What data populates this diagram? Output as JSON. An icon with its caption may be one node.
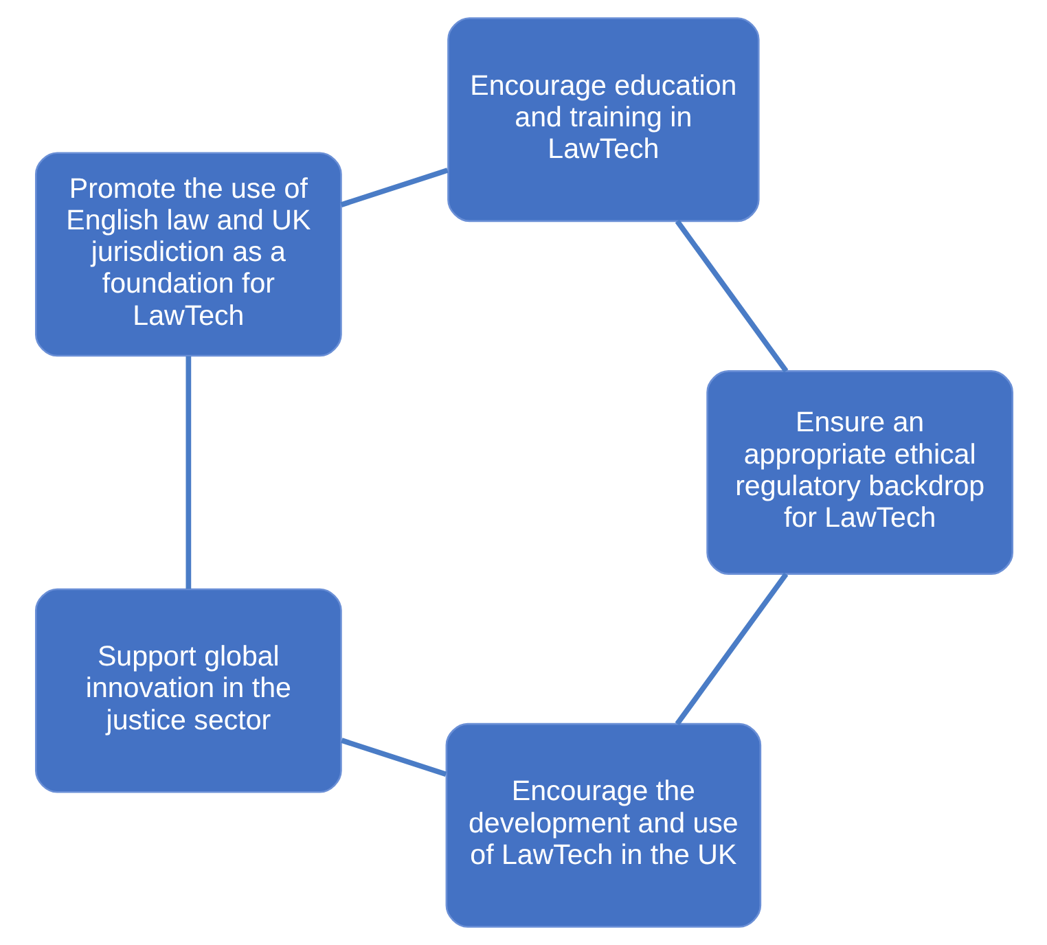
{
  "diagram": {
    "nodes": [
      {
        "text": [
          "Encourage the development and use of LawTech in the UK"
        ]
      },
      {
        "text": [
          "Ensure an appropriate ethical regulatory backdrop for LawTech"
        ]
      },
      {
        "text": [
          "Support global innovation in the justice sector"
        ]
      },
      {
        "text": [
          "Encourage education and training in LawTech"
        ]
      },
      {
        "text": [
          "Promote the use of English law and UK jurisdiction as a foundation for LawTech"
        ]
      }
    ],
    "edges": [
      {
        "from": 0,
        "to": 2,
        "arrow": "none"
      },
      {
        "from": 2,
        "to": 4,
        "arrow": "none"
      },
      {
        "from": 4,
        "to": 3,
        "arrow": "none"
      },
      {
        "from": 3,
        "to": 1,
        "arrow": "none"
      },
      {
        "from": 1,
        "to": 0,
        "arrow": "none"
      }
    ]
  }
}
